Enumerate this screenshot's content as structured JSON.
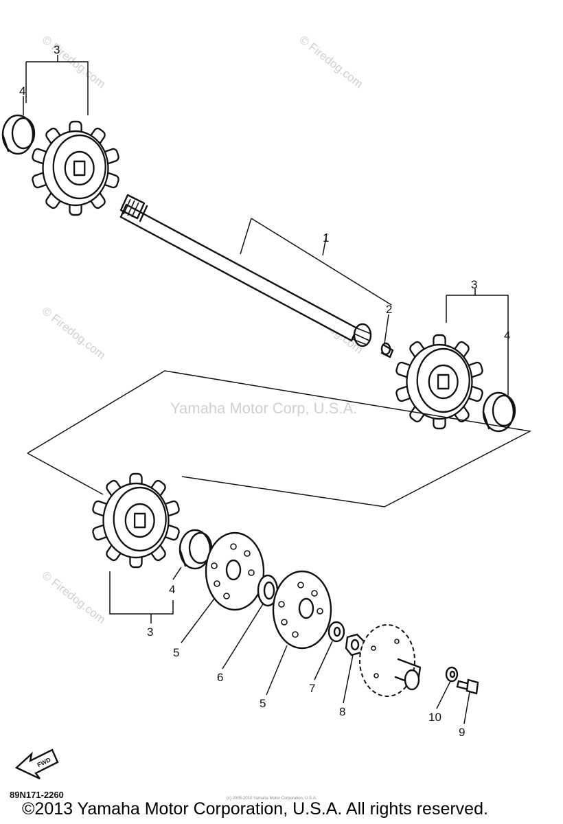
{
  "watermarks": {
    "site": "© Firedog.com",
    "center": "Yamaha Motor Corp, U.S.A."
  },
  "callouts": {
    "c1": "1",
    "c2": "2",
    "c3a": "3",
    "c3b": "3",
    "c3c": "3",
    "c4a": "4",
    "c4b": "4",
    "c4c": "4",
    "c5a": "5",
    "c5b": "5",
    "c6": "6",
    "c7": "7",
    "c8": "8",
    "c9": "9",
    "c10": "10"
  },
  "fwd_label": "FWD",
  "part_number": "89N171-2260",
  "small_copyright": "(c) 2005-2010 Yamaha Motor Corporation, U.S.A.",
  "copyright": "©2013 Yamaha Motor Corporation, U.S.A. All rights reserved.",
  "colors": {
    "line": "#111111",
    "watermark": "#cfcfcf"
  }
}
